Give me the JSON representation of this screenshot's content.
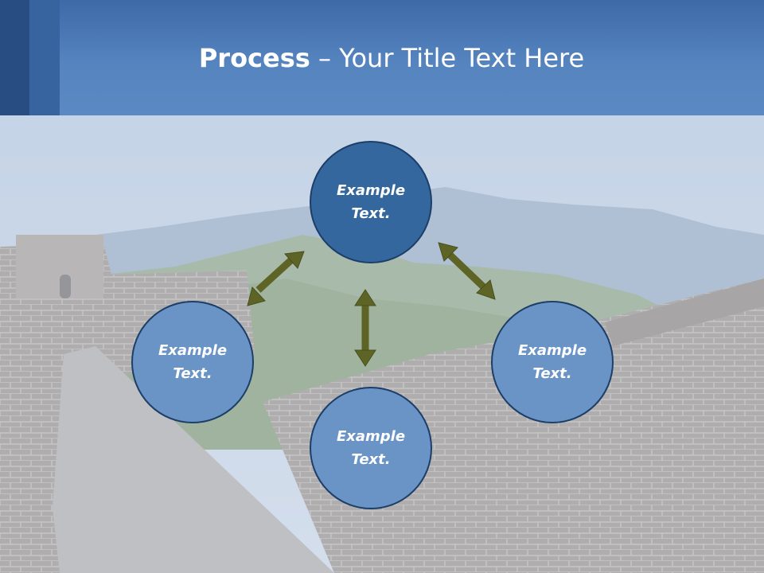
{
  "title": {
    "bold": "Process",
    "rest": " – Your Title Text Here"
  },
  "nodes": {
    "top": "Example Text.",
    "left": "Example Text.",
    "right": "Example Text.",
    "bottom": "Example Text."
  },
  "colors": {
    "header": "#5584bf",
    "header_dark_bar": "#284d82",
    "circle_primary": "#35679f",
    "circle_secondary": "#6a94c6",
    "circle_border": "#1c3e68",
    "arrow": "#5d6426"
  }
}
